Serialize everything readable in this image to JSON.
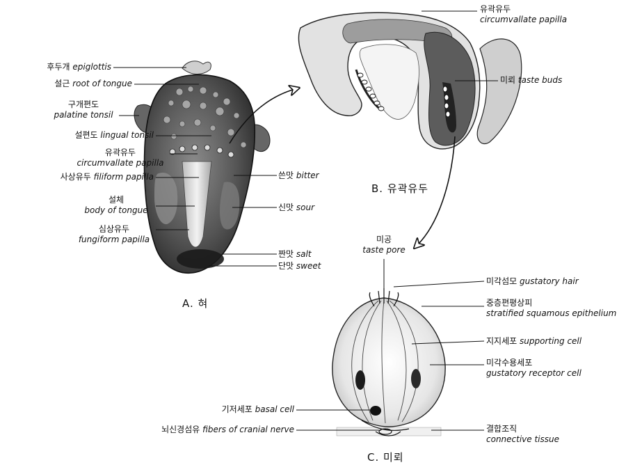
{
  "tongue_labels": {
    "epiglottis": {
      "ko": "후두개",
      "en": "epiglottis"
    },
    "root": {
      "ko": "설근",
      "en": "root of tongue"
    },
    "palatine_tonsil": {
      "ko": "구개편도",
      "en": "palatine tonsil"
    },
    "lingual_tonsil": {
      "ko": "설편도",
      "en": "lingual tonsil"
    },
    "circumvallate": {
      "ko": "유곽유두",
      "en": "circumvallate papilla"
    },
    "filiform": {
      "ko": "사상유두",
      "en": "filiform papilla"
    },
    "body": {
      "ko": "설체",
      "en": "body of tongue"
    },
    "fungiform": {
      "ko": "심상유두",
      "en": "fungiform papilla"
    }
  },
  "taste_labels": {
    "bitter": {
      "ko": "쓴맛",
      "en": "bitter"
    },
    "sour": {
      "ko": "신맛",
      "en": "sour"
    },
    "salt": {
      "ko": "짠맛",
      "en": "salt"
    },
    "sweet": {
      "ko": "단맛",
      "en": "sweet"
    }
  },
  "papilla_labels": {
    "circumvallate": {
      "ko": "유곽유두",
      "en": "circumvallate papilla"
    },
    "taste_buds": {
      "ko": "미뢰",
      "en": "taste buds"
    }
  },
  "bud_labels": {
    "taste_pore": {
      "ko": "미공",
      "en": "taste pore"
    },
    "gustatory_hair": {
      "ko": "미각섬모",
      "en": "gustatory hair"
    },
    "epithelium": {
      "ko": "중층편평상피",
      "en": "stratified squamous epithelium"
    },
    "supporting": {
      "ko": "지지세포",
      "en": "supporting cell"
    },
    "receptor": {
      "ko": "미각수용세포",
      "en": "gustatory receptor cell"
    },
    "basal": {
      "ko": "기저세포",
      "en": "basal cell"
    },
    "nerve": {
      "ko": "뇌신경섬유",
      "en": "fibers of cranial nerve"
    },
    "connective": {
      "ko": "결합조직",
      "en": "connective tissue"
    }
  },
  "captions": {
    "a": "A. 혀",
    "b": "B. 유곽유두",
    "c": "C. 미뢰"
  },
  "colors": {
    "tongue_dark": "#2a2a2a",
    "tongue_mid": "#6e6e6e",
    "tongue_light": "#d8d8d8",
    "line": "#111111"
  }
}
